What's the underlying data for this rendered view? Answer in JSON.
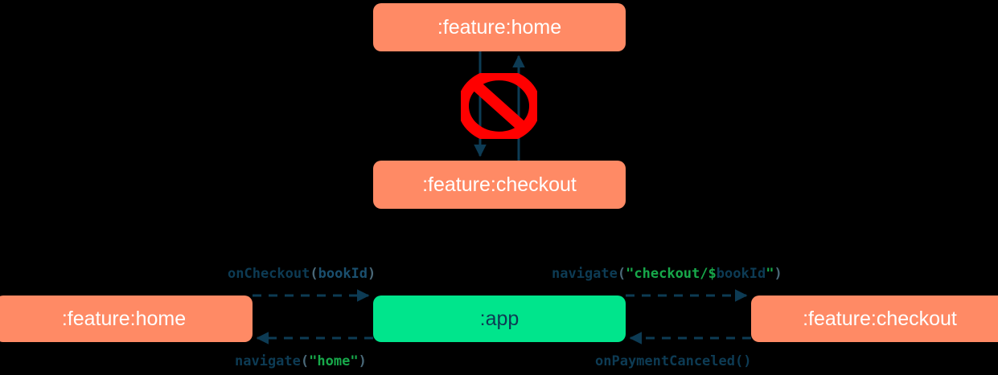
{
  "diagram": {
    "title": "module-navigation-diagram",
    "colors": {
      "feature_module": "#FF8A65",
      "app_module": "#00E58C",
      "arrow": "#0d3b54",
      "prohibition": "#FF0000",
      "string_literal": "#17a84a",
      "background": "#000000"
    },
    "top_cluster": {
      "nodes": [
        {
          "id": "top-home",
          "label": ":feature:home",
          "type": "feature"
        },
        {
          "id": "top-checkout",
          "label": ":feature:checkout",
          "type": "feature"
        }
      ],
      "edges": [
        {
          "from": "top-home",
          "to": "top-checkout",
          "style": "solid",
          "direction": "down"
        },
        {
          "from": "top-checkout",
          "to": "top-home",
          "style": "solid",
          "direction": "up"
        }
      ],
      "annotation": {
        "icon": "prohibition-icon",
        "meaning": "not allowed"
      }
    },
    "bottom_cluster": {
      "nodes": [
        {
          "id": "bot-home",
          "label": ":feature:home",
          "type": "feature"
        },
        {
          "id": "bot-app",
          "label": ":app",
          "type": "app"
        },
        {
          "id": "bot-checkout",
          "label": ":feature:checkout",
          "type": "feature"
        }
      ],
      "edges": [
        {
          "id": "on-checkout",
          "from": "bot-home",
          "to": "bot-app",
          "style": "dashed",
          "direction": "right",
          "label": {
            "fn": "onCheckout",
            "open": "(",
            "param": "bookId",
            "close": ")"
          }
        },
        {
          "id": "navigate-checkout",
          "from": "bot-app",
          "to": "bot-checkout",
          "style": "dashed",
          "direction": "right",
          "label": {
            "fn": "navigate",
            "open": "(",
            "quote_open": "\"",
            "str": "checkout/",
            "dollar": "$",
            "param": "bookId",
            "quote_close": "\"",
            "close": ")"
          }
        },
        {
          "id": "navigate-home",
          "from": "bot-app",
          "to": "bot-home",
          "style": "dashed",
          "direction": "left",
          "label": {
            "fn": "navigate",
            "open": "(",
            "str": "\"home\"",
            "close": ")"
          }
        },
        {
          "id": "on-payment-canceled",
          "from": "bot-checkout",
          "to": "bot-app",
          "style": "dashed",
          "direction": "left",
          "label": {
            "fn": "onPaymentCanceled",
            "open": "(",
            "close": ")"
          }
        }
      ]
    }
  }
}
